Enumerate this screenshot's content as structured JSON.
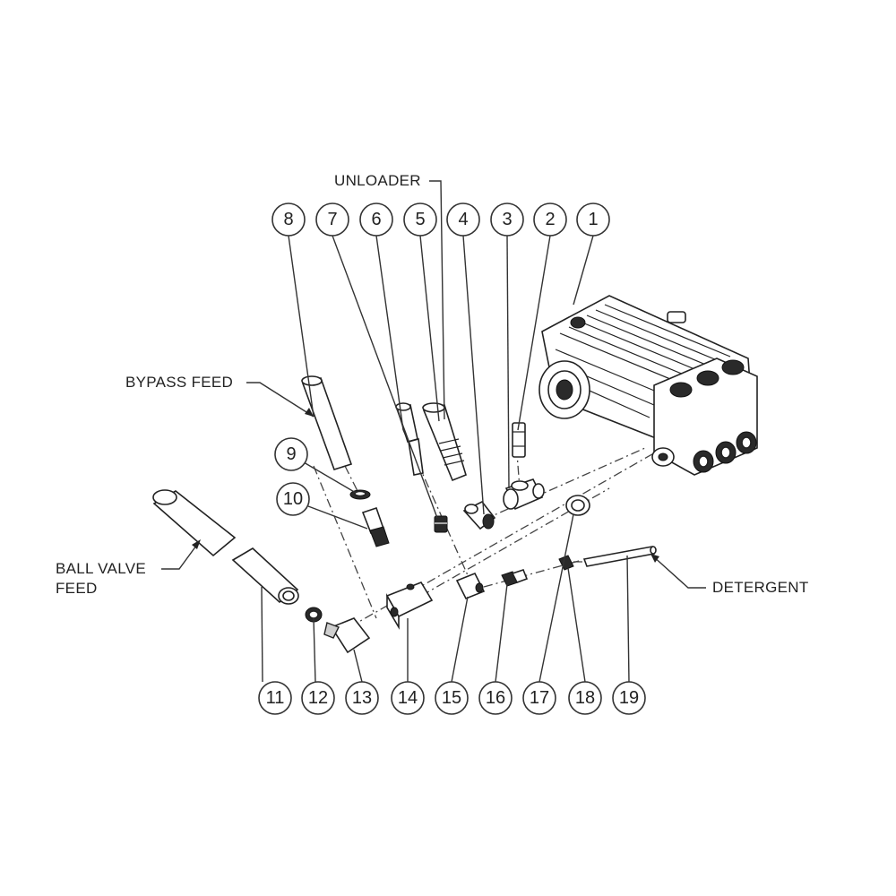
{
  "callouts": {
    "unloader": "UNLOADER",
    "bypass_feed": "BYPASS FEED",
    "ball_valve_feed_line1": "BALL VALVE",
    "ball_valve_feed_line2": "FEED",
    "detergent": "DETERGENT"
  },
  "balloons_top": [
    "8",
    "7",
    "6",
    "5",
    "4",
    "3",
    "2",
    "1"
  ],
  "balloons_bottom": [
    "11",
    "12",
    "13",
    "14",
    "15",
    "16",
    "17",
    "18",
    "19"
  ],
  "balloon_9": "9",
  "balloon_10": "10"
}
